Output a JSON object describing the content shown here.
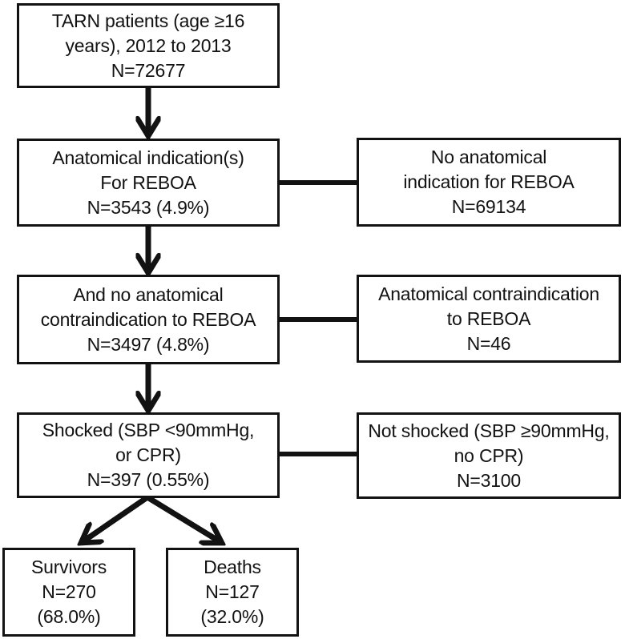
{
  "page": {
    "background_color": "#ffffff",
    "ink_color": "#121212"
  },
  "diagram": {
    "type": "flowchart",
    "boxes": {
      "tarn": {
        "lines": [
          "TARN patients (age ≥16",
          "years), 2012 to 2013",
          "N=72677"
        ]
      },
      "indication": {
        "lines": [
          "Anatomical indication(s)",
          "For REBOA",
          "N=3543 (4.9%)"
        ]
      },
      "no_indication": {
        "lines": [
          "No anatomical",
          "indication for REBOA",
          "N=69134"
        ]
      },
      "no_contraindication": {
        "lines": [
          "And no anatomical",
          "contraindication to REBOA",
          "N=3497 (4.8%)"
        ]
      },
      "contraindication": {
        "lines": [
          "Anatomical contraindication",
          "to REBOA",
          "N=46"
        ]
      },
      "shocked": {
        "lines": [
          "Shocked (SBP <90mmHg,",
          "or CPR)",
          "N=397 (0.55%)"
        ]
      },
      "not_shocked": {
        "lines": [
          "Not shocked (SBP ≥90mmHg,",
          "no CPR)",
          "N=3100"
        ]
      },
      "survivors": {
        "lines": [
          "Survivors",
          "N=270",
          "(68.0%)"
        ]
      },
      "deaths": {
        "lines": [
          "Deaths",
          "N=127",
          "(32.0%)"
        ]
      }
    },
    "edges": [
      {
        "from": "tarn",
        "to": "indication",
        "style": "arrow"
      },
      {
        "from": "indication",
        "to": "no_indication",
        "style": "line"
      },
      {
        "from": "indication",
        "to": "no_contraindication",
        "style": "arrow"
      },
      {
        "from": "no_contraindication",
        "to": "contraindication",
        "style": "line"
      },
      {
        "from": "no_contraindication",
        "to": "shocked",
        "style": "arrow"
      },
      {
        "from": "shocked",
        "to": "not_shocked",
        "style": "line"
      },
      {
        "from": "shocked",
        "to": "survivors",
        "style": "arrow"
      },
      {
        "from": "shocked",
        "to": "deaths",
        "style": "arrow"
      }
    ]
  }
}
